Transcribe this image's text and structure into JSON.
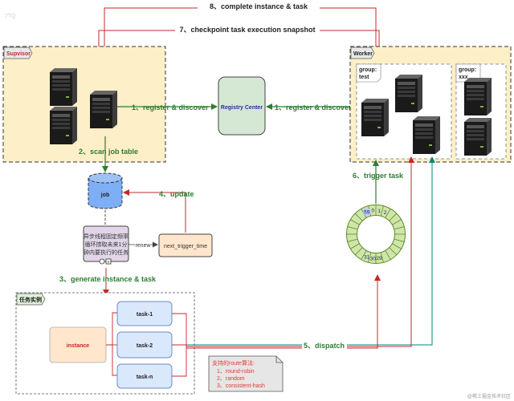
{
  "colors": {
    "panel_fill": "#fdefc7",
    "panel_border": "#333333",
    "green": "#2e7d32",
    "red_line": "#c62828",
    "teal_line": "#00897b",
    "registry_fill": "#d5e8d4",
    "db_fill": "#7eaef5",
    "task_fill": "#dae8fc",
    "instance_fill": "#ffe6cc",
    "ring_fill": "#e4f2c9",
    "purple_fill": "#e1d5e7"
  },
  "edges": {
    "e8": "8、complete instance & task",
    "e7": "7、checkpoint task execution snapshot",
    "e1_left": "1、register & discover",
    "e1_right": "1、register & discover",
    "e2": "2、scan job table",
    "e4": "4、update",
    "e6": "6、trigger task",
    "e3": "3、generate instance & task",
    "e5": "5、dispatch",
    "renew": "renew"
  },
  "supervisor": {
    "tag": "Supvisor"
  },
  "worker": {
    "tag": "Worker",
    "groups": [
      {
        "line1": "group:",
        "line2": "test"
      },
      {
        "line1": "group:",
        "line2": "xxx"
      }
    ]
  },
  "registry": {
    "label": "Registry Center"
  },
  "db": {
    "label": "job"
  },
  "scanner": {
    "lines": [
      "异步线程固定频率",
      "循环捞取未来1分",
      "钟内要执行的任务"
    ]
  },
  "next_trigger": {
    "label": "next_trigger_time"
  },
  "ring": {
    "slots": [
      "59",
      "0",
      "1",
      "2",
      "31",
      "30",
      "29"
    ]
  },
  "task_panel": {
    "tag": "任务实例",
    "instance": "instance",
    "tasks": [
      "task-1",
      "task-2",
      "task-n"
    ]
  },
  "note": {
    "title": "支持的route算法:",
    "items": [
      "1、round-robin",
      "2、random",
      "3、consistent-hash"
    ]
  },
  "footer": "@稀土掘金技术社区",
  "watermark": "7TQ"
}
